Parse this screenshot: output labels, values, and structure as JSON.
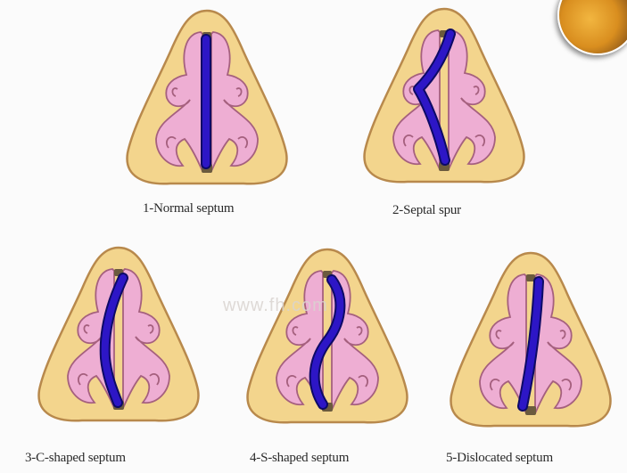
{
  "figure": {
    "watermark": "www.fh.com",
    "colors": {
      "nose_fill": "#f3d58d",
      "nose_outline": "#b8894c",
      "mucosa_fill": "#eeaed3",
      "mucosa_outline": "#a5607e",
      "septum": "#2d16c6",
      "septum_edge": "#0d0a66",
      "base": "#6b5a3e",
      "background": "#fbfbfb"
    },
    "panels": [
      {
        "id": "normal",
        "caption": "1-Normal septum",
        "shape": "normal"
      },
      {
        "id": "spur",
        "caption": "2-Septal spur",
        "shape": "spur"
      },
      {
        "id": "c-shaped",
        "caption": "3-C-shaped septum",
        "shape": "c"
      },
      {
        "id": "s-shaped",
        "caption": "4-S-shaped septum",
        "shape": "s"
      },
      {
        "id": "dislocated",
        "caption": "5-Dislocated septum",
        "shape": "dislocated"
      }
    ],
    "corner_icon": "photo-badge-icon"
  }
}
